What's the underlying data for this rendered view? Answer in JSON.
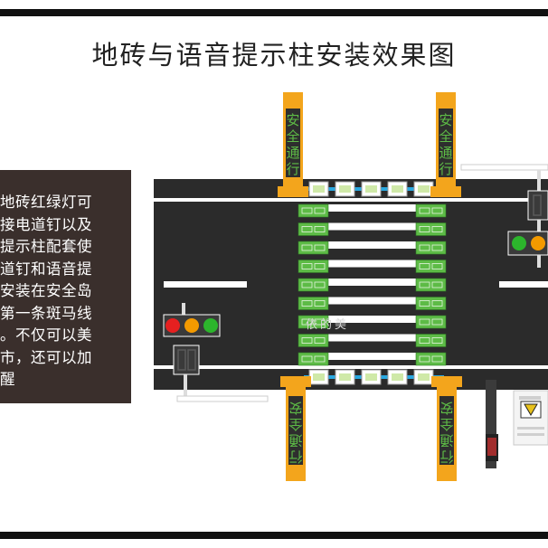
{
  "title": "地砖与语音提示柱安装效果图",
  "description_lines": [
    "地砖红绿灯可",
    "接电道钉以及",
    "提示柱配套使",
    "道钉和语音提",
    "安装在安全岛",
    "第一条斑马线",
    "。不仅可以美",
    "市，还可以加",
    "醒"
  ],
  "pillar_text": "安全通行",
  "watermark": "依的美",
  "colors": {
    "road": "#2b2b2b",
    "zebra": "#ffffff",
    "tile_green": "#5dbb46",
    "pillar_orange": "#f3a51c",
    "pillar_dark": "#2e2e2e",
    "stud_blue": "#29a8e0",
    "light_red": "#e62020",
    "light_amber": "#f39a00",
    "light_green": "#2cb52c",
    "textbox_bg": "#3a2f2c"
  }
}
